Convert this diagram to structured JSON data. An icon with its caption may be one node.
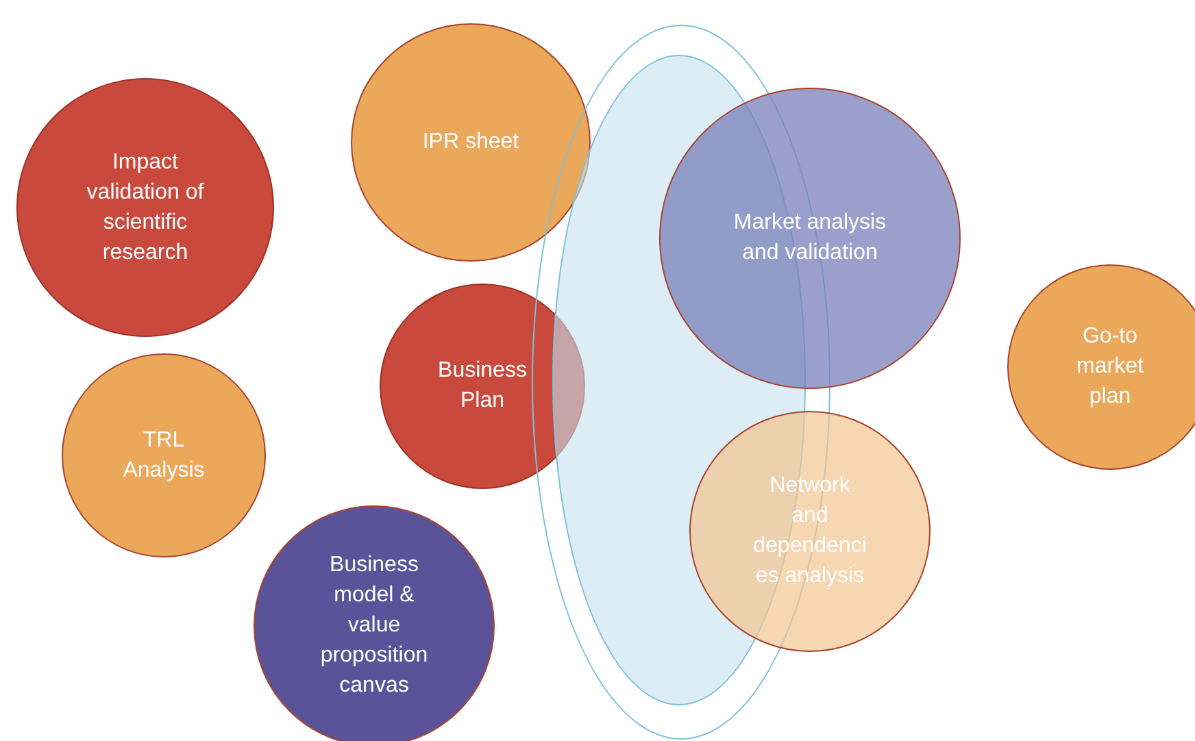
{
  "diagram": {
    "nodes": [
      {
        "text": [
          "Impact validation of scientific research"
        ]
      },
      {
        "text": [
          "IPR sheet"
        ]
      },
      {
        "text": [],
        "shape": "ellipse"
      },
      {
        "text": [],
        "shape": "ellipse",
        "in": 2
      },
      {
        "text": [
          "Market analysis and validation"
        ]
      },
      {
        "text": [
          "Go-to market plan"
        ]
      },
      {
        "text": [
          "Business Plan"
        ]
      },
      {
        "text": [
          "TRL Analysis"
        ]
      },
      {
        "text": [
          "Network and dependenci es analysis"
        ]
      },
      {
        "text": [
          "Business model & value proposition canvas"
        ]
      }
    ]
  }
}
